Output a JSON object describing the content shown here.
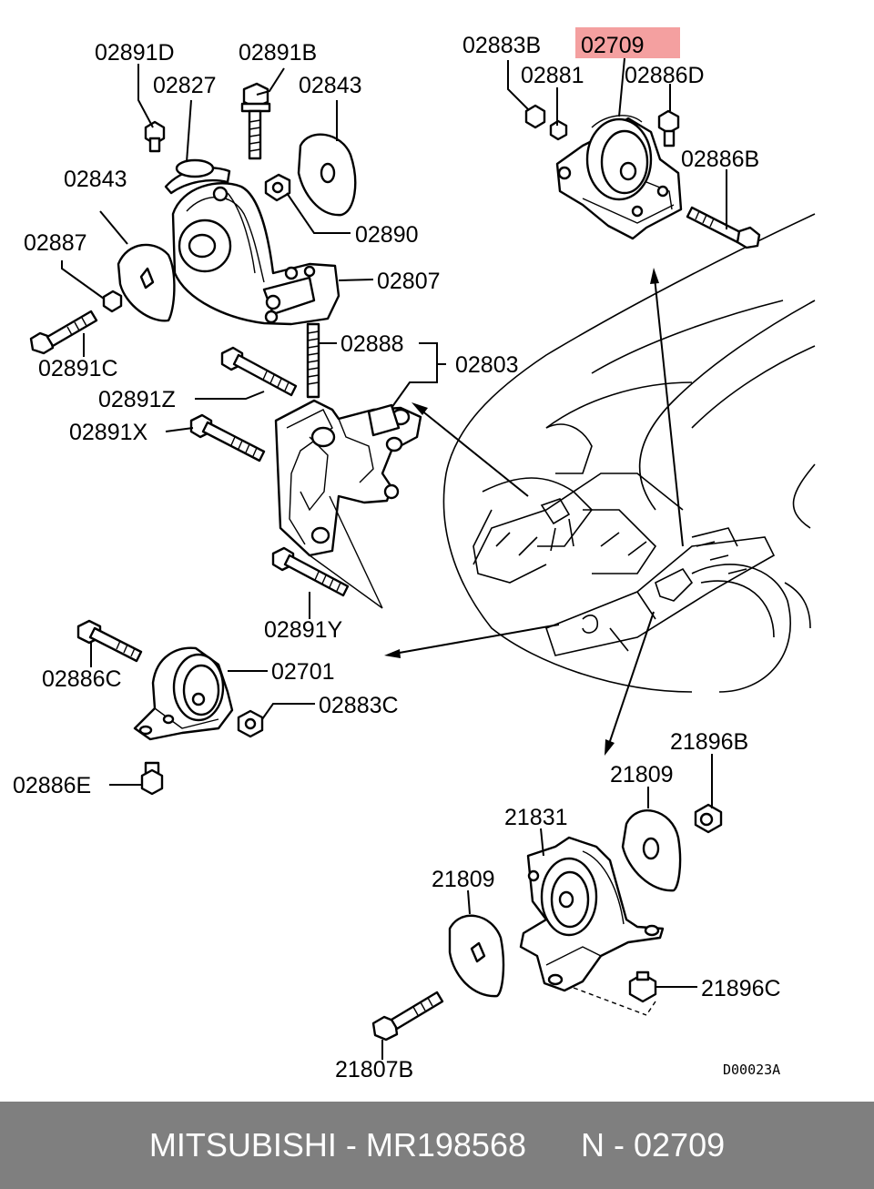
{
  "diagram": {
    "highlight_color": "#f4a0a0",
    "highlighted_part": "02709",
    "code": "D00023A",
    "labels": {
      "l02891D": "02891D",
      "l02891B": "02891B",
      "l02827": "02827",
      "l02843a": "02843",
      "l02843b": "02843",
      "l02887": "02887",
      "l02890": "02890",
      "l02807": "02807",
      "l02891C": "02891C",
      "l02888": "02888",
      "l02803": "02803",
      "l02891Z": "02891Z",
      "l02891X": "02891X",
      "l02891Y": "02891Y",
      "l02886C": "02886C",
      "l02701": "02701",
      "l02883C": "02883C",
      "l02886E": "02886E",
      "l02883B": "02883B",
      "l02709": "02709",
      "l02881": "02881",
      "l02886D": "02886D",
      "l02886B": "02886B",
      "l21896B": "21896B",
      "l21809a": "21809",
      "l21831": "21831",
      "l21809b": "21809",
      "l21896C": "21896C",
      "l21807B": "21807B"
    }
  },
  "footer": {
    "brand": "MITSUBISHI",
    "part_number": "MR198568",
    "ref": "N - 02709"
  }
}
